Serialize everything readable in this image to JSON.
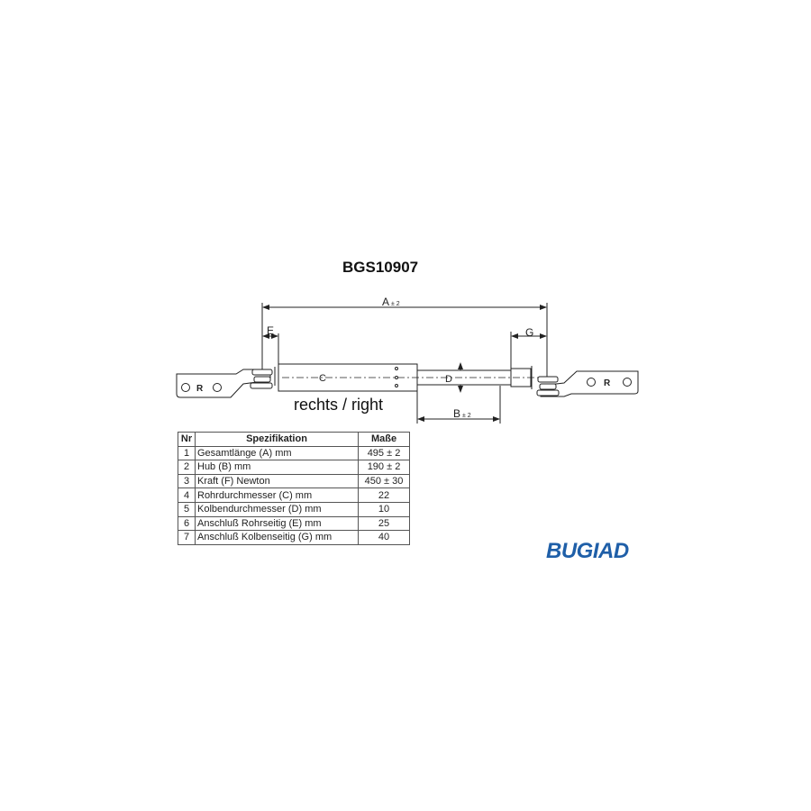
{
  "title": "BGS10907",
  "diagram": {
    "label_side": "rechts / right",
    "dim_A": "A",
    "dim_A_tol": "± 2",
    "dim_B": "B",
    "dim_B_tol": "± 2",
    "dim_C": "C",
    "dim_D": "D",
    "dim_E": "E",
    "dim_G": "G",
    "bracket_mark": "R"
  },
  "table": {
    "headers": [
      "Nr",
      "Spezifikation",
      "Maße"
    ],
    "rows": [
      [
        "1",
        "Gesamtlänge (A) mm",
        "495 ± 2"
      ],
      [
        "2",
        "Hub (B)  mm",
        "190 ± 2"
      ],
      [
        "3",
        "Kraft (F) Newton",
        "450 ± 30"
      ],
      [
        "4",
        "Rohrdurchmesser (C) mm",
        "22"
      ],
      [
        "5",
        "Kolbendurchmesser (D) mm",
        "10"
      ],
      [
        "6",
        "Anschluß Rohrseitig (E) mm",
        "25"
      ],
      [
        "7",
        "Anschluß Kolbenseitig (G) mm",
        "40"
      ]
    ]
  },
  "logo": "BUGIAD",
  "colors": {
    "logo": "#1f5fa8",
    "lines": "#222222"
  }
}
